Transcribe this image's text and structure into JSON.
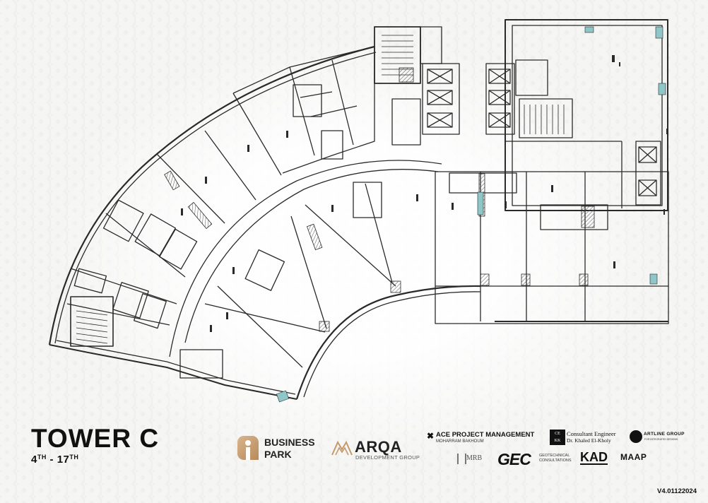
{
  "title": "TOWER C",
  "floors": {
    "from": "4",
    "from_suffix": "TH",
    "separator": " - ",
    "to": "17",
    "to_suffix": "TH"
  },
  "logos": {
    "business_park": {
      "line1": "BUSINESS",
      "line2": "PARK",
      "color": "#c49a6c"
    },
    "arqa": {
      "name": "ARQA",
      "sub": "DEVELOPMENT GROUP",
      "color": "#c49a6c"
    },
    "ace": {
      "name": "ACE PROJECT MANAGEMENT",
      "sub": "MOHARRAM BAKHOUM"
    },
    "cekk": {
      "mark_top": "CE",
      "mark_bottom": "KK",
      "name": "Consultant Engineer",
      "sub": "Dr. Khaled El-Kholy"
    },
    "artline": {
      "name": "ARTLINE GROUP",
      "sub": "FOR INTEGRATED DESIGNS"
    },
    "mrb": {
      "name": "MRB"
    },
    "gec": {
      "name": "GEC",
      "sub": "GEOTECHNICAL CONSULTATIONS"
    },
    "kad": {
      "name": "KAD"
    },
    "maap": {
      "name": "MAAP"
    }
  },
  "version": "V4.01122024",
  "colors": {
    "line": "#2a2a2a",
    "glass": "#8fc7c8",
    "hatch": "#666666"
  }
}
